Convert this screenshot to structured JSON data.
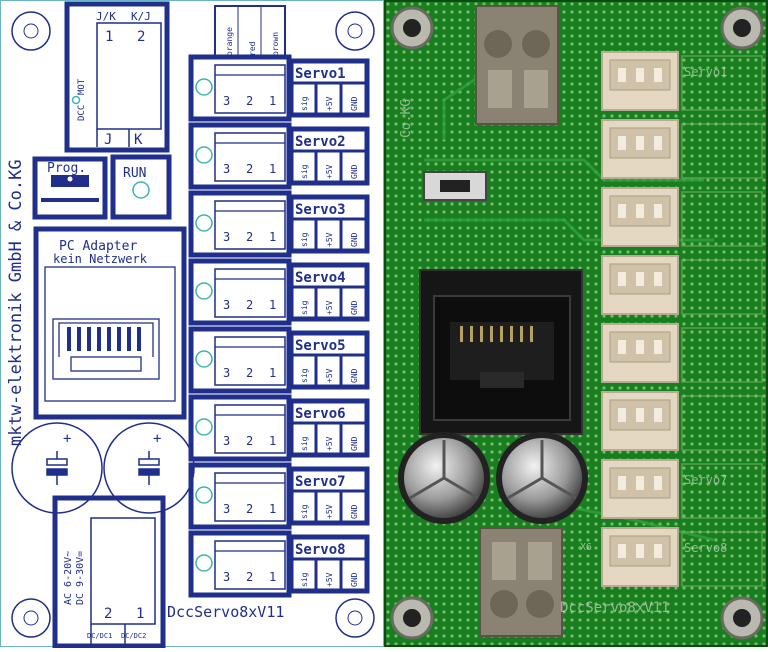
{
  "layout": {
    "company_text": "mktw-elektronik GmbH & Co.KG",
    "board_name": "DccServo8xV11",
    "jk_label": "J/K",
    "kj_label": "K/J",
    "pin1": "1",
    "pin2": "2",
    "dcc_label": "DCC",
    "mot_label": "MOT",
    "j_label": "J",
    "k_label": "K",
    "prog_label": "Prog.",
    "run_label": "RUN",
    "pc_adapter_label": "PC Adapter",
    "kein_netzwerk_label": "kein Netzwerk",
    "plus_sign": "+",
    "wire_colors": [
      "orange",
      "red",
      "brown"
    ],
    "servo_pins": [
      "3",
      "2",
      "1"
    ],
    "servo_signal_labels": [
      "sig",
      "+5V",
      "GND"
    ],
    "servos": [
      "Servo1",
      "Servo2",
      "Servo3",
      "Servo4",
      "Servo5",
      "Servo6",
      "Servo7",
      "Servo8"
    ],
    "power_label_ac": "AC 6-20V~",
    "power_label_dc": "DC 9-30V=",
    "dc_terminals": [
      "DC/DC1",
      "DC/DC2"
    ]
  },
  "photo": {
    "silk_servos": [
      "Servo1",
      "Servo7",
      "Servo8"
    ],
    "silk_board": "DccServo8xV11",
    "silk_company": "Co.KG",
    "silk_x": "X6"
  },
  "colors": {
    "trace_blue": "#1f2f8b",
    "cyan": "#3fb4b4",
    "pcb_green": "#137a1c",
    "connector_beige": "#e4d8c2",
    "terminal_grey": "#8a8272"
  }
}
